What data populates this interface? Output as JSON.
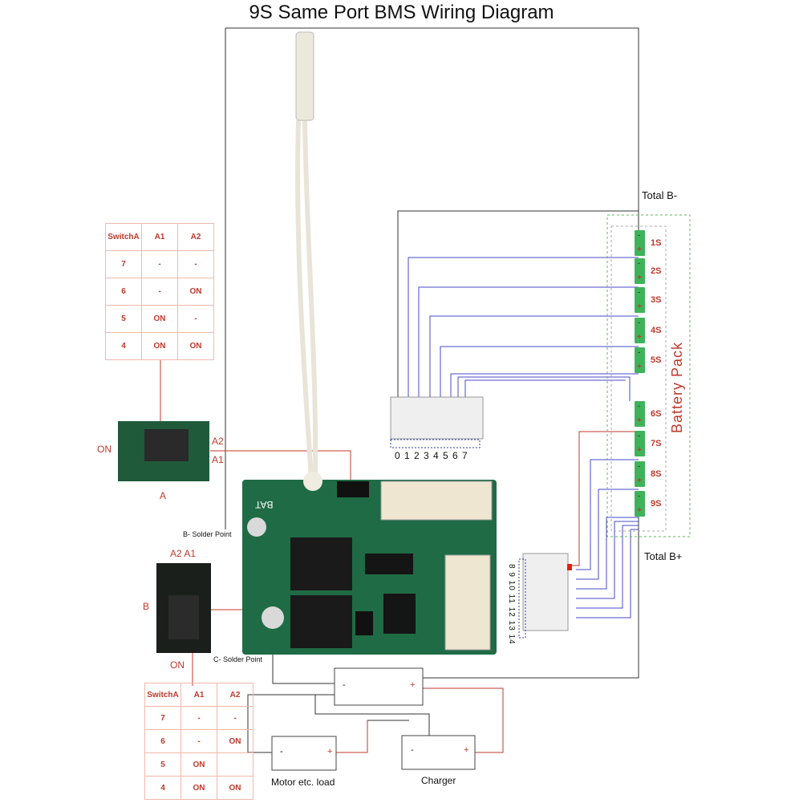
{
  "title": "9S Same Port BMS Wiring Diagram",
  "labels": {
    "total_b_minus": "Total B-",
    "total_b_plus": "Total B+",
    "battery_pack": "Battery Pack",
    "b_minus_solder": "B- Solder Point",
    "c_minus_solder": "C- Solder Point",
    "a2": "A2",
    "a1": "A1",
    "on_left": "ON",
    "a_label": "A",
    "a2_a1_top": "A2  A1",
    "b_label": "B",
    "on_bottom": "ON",
    "motor": "Motor etc. load",
    "charger": "Charger",
    "bat_silk": "BAT",
    "plug_top_pins": "0 1 2 3 4 5 6 7",
    "plug_right_pins": "8 9 10 11 12 13 14"
  },
  "cells": [
    "1S",
    "2S",
    "3S",
    "4S",
    "5S",
    "6S",
    "7S",
    "8S",
    "9S"
  ],
  "table_top": {
    "header": [
      "SwitchA",
      "A1",
      "A2"
    ],
    "rows": [
      [
        "7",
        "-",
        "-"
      ],
      [
        "6",
        "-",
        "ON"
      ],
      [
        "5",
        "ON",
        "-"
      ],
      [
        "4",
        "ON",
        "ON"
      ]
    ]
  },
  "table_bottom": {
    "header": [
      "SwitchA",
      "A1",
      "A2"
    ],
    "rows": [
      [
        "7",
        "-",
        "-"
      ],
      [
        "6",
        "-",
        "ON"
      ],
      [
        "5",
        "ON",
        ""
      ],
      [
        "4",
        "ON",
        "ON"
      ]
    ]
  },
  "signs": {
    "minus": "-",
    "plus": "+"
  },
  "colors": {
    "wire_blue": "#4a4ac8",
    "wire_red": "#c0392b",
    "wire_black": "#333333",
    "pcb": "#1f6b45",
    "cell": "#3fb35a"
  }
}
